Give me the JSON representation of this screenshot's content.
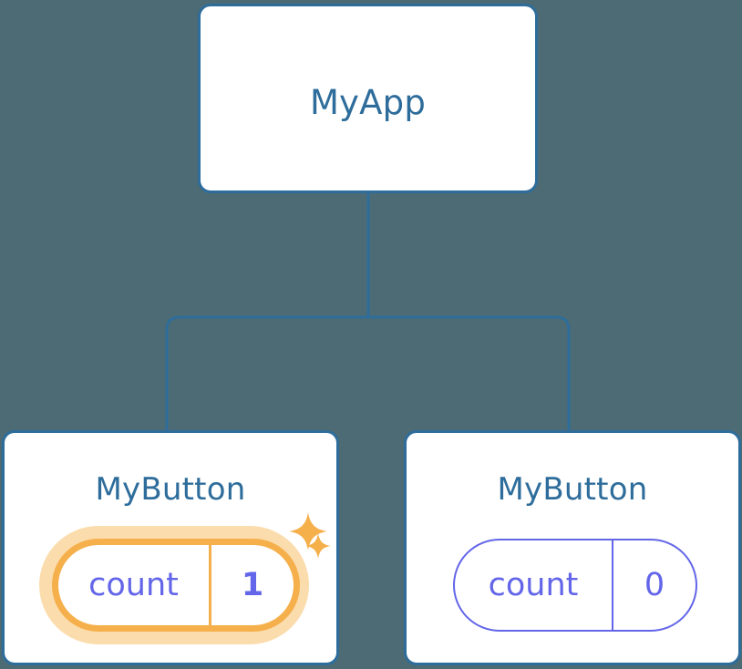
{
  "diagram": {
    "type": "component-tree",
    "background_color": "#4c6b74",
    "node_border_color": "#2e6d9b",
    "node_fill_color": "#ffffff",
    "connector_color": "#2e6d9b",
    "state_text_color": "#6366e8",
    "highlight_color": "#f5af4b",
    "highlight_glow_color": "#fbdcad",
    "root": {
      "title": "MyApp"
    },
    "children": [
      {
        "title": "MyButton",
        "state": {
          "key": "count",
          "value": "1"
        },
        "highlighted": true,
        "sparkles": [
          "sparkle-icon",
          "sparkle-icon"
        ]
      },
      {
        "title": "MyButton",
        "state": {
          "key": "count",
          "value": "0"
        },
        "highlighted": false,
        "sparkles": []
      }
    ]
  }
}
